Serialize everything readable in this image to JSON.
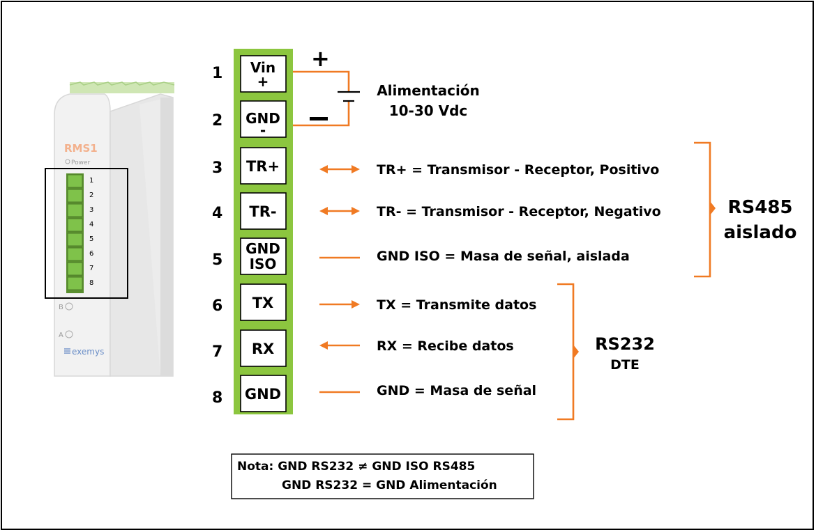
{
  "device": {
    "model": "RMS1",
    "power_label": "Power",
    "pin_numbers": [
      "1",
      "2",
      "3",
      "4",
      "5",
      "6",
      "7",
      "8"
    ],
    "b_label": "B",
    "a_label": "A",
    "brand": "exemys"
  },
  "terminals": [
    {
      "number": "1",
      "label_line1": "Vin",
      "label_line2": "+"
    },
    {
      "number": "2",
      "label_line1": "GND",
      "label_line2": "-"
    },
    {
      "number": "3",
      "label_line1": "TR+",
      "label_line2": ""
    },
    {
      "number": "4",
      "label_line1": "TR-",
      "label_line2": ""
    },
    {
      "number": "5",
      "label_line1": "GND",
      "label_line2": "ISO"
    },
    {
      "number": "6",
      "label_line1": "TX",
      "label_line2": ""
    },
    {
      "number": "7",
      "label_line1": "RX",
      "label_line2": ""
    },
    {
      "number": "8",
      "label_line1": "GND",
      "label_line2": ""
    }
  ],
  "power": {
    "plus": "+",
    "minus": "−",
    "title": "Alimentación",
    "range": "10-30 Vdc"
  },
  "descriptions": [
    "TR+ = Transmisor - Receptor,  Positivo",
    "TR- = Transmisor - Receptor,  Negativo",
    "GND ISO = Masa de señal, aislada",
    "TX = Transmite datos",
    "RX = Recibe datos",
    "GND = Masa de señal"
  ],
  "groups": {
    "rs485_line1": "RS485",
    "rs485_line2": "aislado",
    "rs232_line1": "RS232",
    "rs232_line2": "DTE"
  },
  "note": {
    "line1": "Nota: GND RS232 ≠  GND ISO RS485",
    "line2": "GND RS232 =  GND Alimentación"
  },
  "colors": {
    "terminal_green": "#8cc63f",
    "accent_orange": "#f07a23"
  }
}
